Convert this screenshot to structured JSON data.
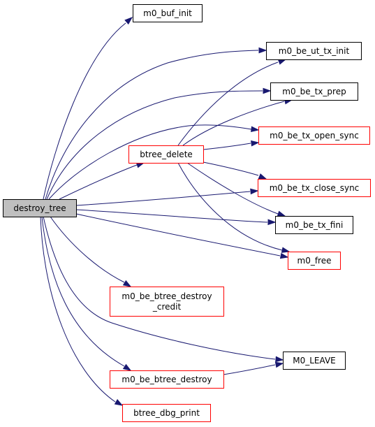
{
  "colors": {
    "edge": "#191970",
    "border_default": "#000000",
    "border_red": "#ff0000",
    "root_fill": "#bfbfbf",
    "node_fill": "#ffffff"
  },
  "nodes": {
    "destroy_tree": {
      "lines": [
        "destroy_tree"
      ],
      "style": "root"
    },
    "m0_buf_init": {
      "lines": [
        "m0_buf_init"
      ],
      "style": "black"
    },
    "m0_be_ut_tx_init": {
      "lines": [
        "m0_be_ut_tx_init"
      ],
      "style": "black"
    },
    "m0_be_tx_prep": {
      "lines": [
        "m0_be_tx_prep"
      ],
      "style": "black"
    },
    "m0_be_tx_open_sync": {
      "lines": [
        "m0_be_tx_open_sync"
      ],
      "style": "red"
    },
    "btree_delete": {
      "lines": [
        "btree_delete"
      ],
      "style": "red"
    },
    "m0_be_tx_close_sync": {
      "lines": [
        "m0_be_tx_close_sync"
      ],
      "style": "red"
    },
    "m0_be_tx_fini": {
      "lines": [
        "m0_be_tx_fini"
      ],
      "style": "black"
    },
    "m0_free": {
      "lines": [
        "m0_free"
      ],
      "style": "red"
    },
    "m0_be_btree_destroy_credit": {
      "lines": [
        "m0_be_btree_destroy",
        "_credit"
      ],
      "style": "red"
    },
    "M0_LEAVE": {
      "lines": [
        "M0_LEAVE"
      ],
      "style": "black"
    },
    "m0_be_btree_destroy": {
      "lines": [
        "m0_be_btree_destroy"
      ],
      "style": "red"
    },
    "btree_dbg_print": {
      "lines": [
        "btree_dbg_print"
      ],
      "style": "red"
    }
  },
  "edges": [
    [
      "destroy_tree",
      "m0_buf_init"
    ],
    [
      "destroy_tree",
      "m0_be_ut_tx_init"
    ],
    [
      "destroy_tree",
      "m0_be_tx_prep"
    ],
    [
      "destroy_tree",
      "m0_be_tx_open_sync"
    ],
    [
      "destroy_tree",
      "btree_delete"
    ],
    [
      "destroy_tree",
      "m0_be_tx_close_sync"
    ],
    [
      "destroy_tree",
      "m0_be_tx_fini"
    ],
    [
      "destroy_tree",
      "m0_free"
    ],
    [
      "destroy_tree",
      "m0_be_btree_destroy_credit"
    ],
    [
      "destroy_tree",
      "M0_LEAVE"
    ],
    [
      "destroy_tree",
      "m0_be_btree_destroy"
    ],
    [
      "destroy_tree",
      "btree_dbg_print"
    ],
    [
      "btree_delete",
      "m0_be_ut_tx_init"
    ],
    [
      "btree_delete",
      "m0_be_tx_prep"
    ],
    [
      "btree_delete",
      "m0_be_tx_open_sync"
    ],
    [
      "btree_delete",
      "m0_be_tx_close_sync"
    ],
    [
      "btree_delete",
      "m0_be_tx_fini"
    ],
    [
      "btree_delete",
      "m0_free"
    ],
    [
      "m0_be_btree_destroy",
      "M0_LEAVE"
    ]
  ]
}
